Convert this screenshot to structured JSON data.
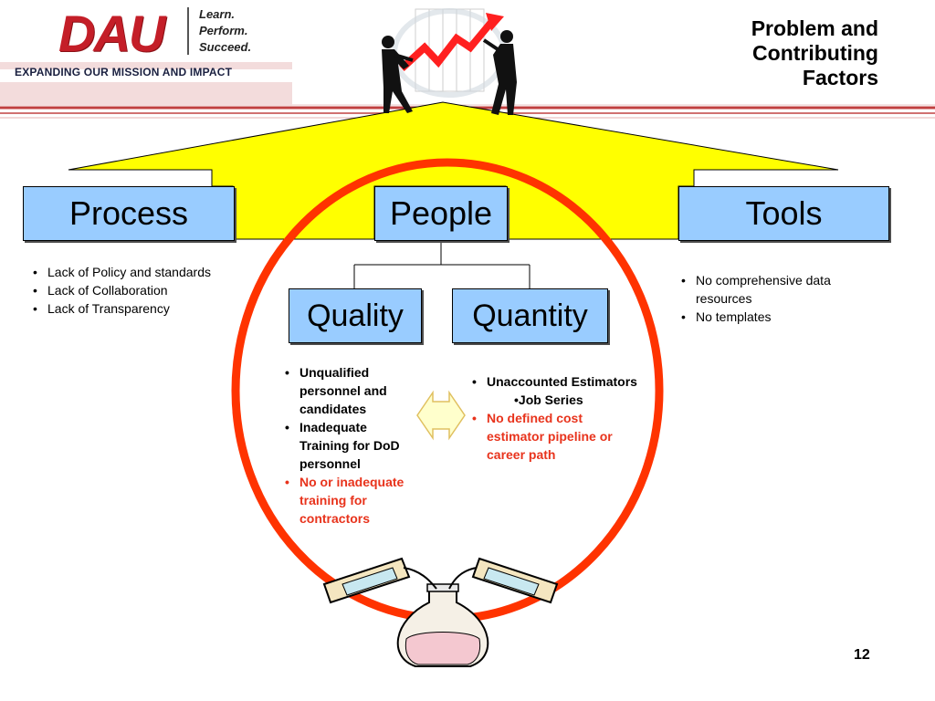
{
  "header": {
    "logo_text": "DAU",
    "taglines": [
      "Learn.",
      "Perform.",
      "Succeed."
    ],
    "mission": "EXPANDING OUR MISSION AND IMPACT",
    "title_lines": [
      "Problem and",
      "Contributing",
      "Factors"
    ]
  },
  "boxes": {
    "process": "Process",
    "people": "People",
    "tools": "Tools",
    "quality": "Quality",
    "quantity": "Quantity"
  },
  "process_items": [
    "Lack of Policy and standards",
    "Lack of Collaboration",
    "Lack of Transparency"
  ],
  "tools_items": [
    "No comprehensive data resources",
    "No templates"
  ],
  "quality_items": [
    "Unqualified personnel and candidates",
    "Inadequate Training for DoD personnel",
    "No or inadequate training for contractors"
  ],
  "quantity_items": [
    "Unaccounted Estimators",
    "•Job Series",
    "No defined cost estimator pipeline or career path"
  ],
  "page_number": "12",
  "colors": {
    "box_fill": "#99ccff",
    "arrow_fill": "#ffff00",
    "ring": "#ff3300",
    "red_text": "#e8331c",
    "header_rule": "#b03030"
  }
}
